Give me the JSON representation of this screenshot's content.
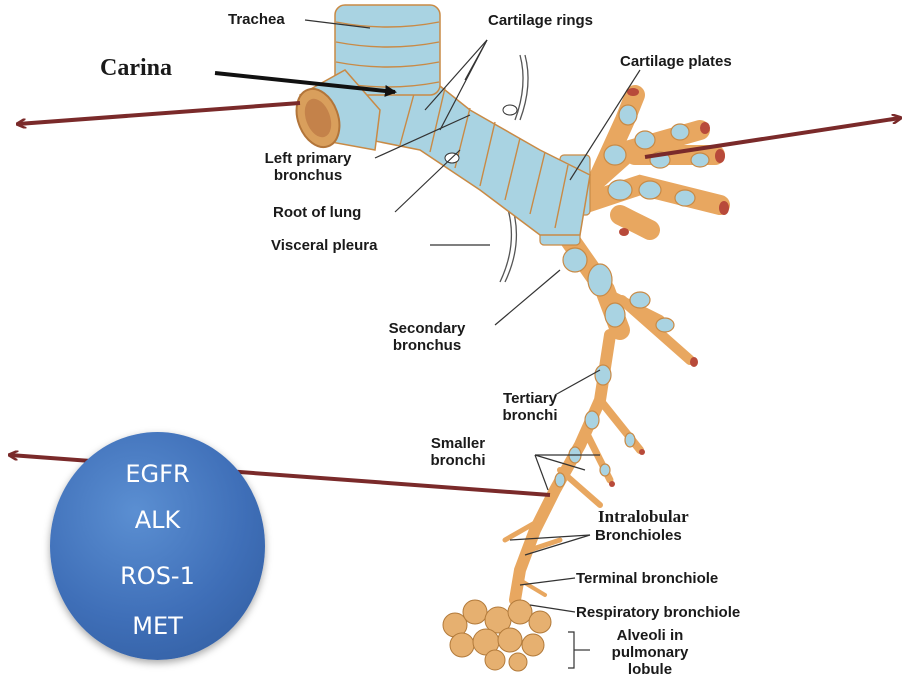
{
  "labels": {
    "trachea": "Trachea",
    "cartilage_rings": "Cartilage rings",
    "carina": "Carina",
    "cartilage_plates": "Cartilage plates",
    "left_primary_1": "Left primary",
    "left_primary_2": "bronchus",
    "root_of_lung": "Root of lung",
    "visceral_pleura": "Visceral pleura",
    "secondary_1": "Secondary",
    "secondary_2": "bronchus",
    "tertiary_1": "Tertiary",
    "tertiary_2": "bronchi",
    "smaller_1": "Smaller",
    "smaller_2": "bronchi",
    "intralobular": "Intralobular",
    "bronchioles": "Bronchioles",
    "terminal_bronchiole": "Terminal bronchiole",
    "respiratory_bronchiole": "Respiratory bronchiole",
    "alveoli_1": "Alveoli in",
    "alveoli_2": "pulmonary",
    "alveoli_3": "lobule"
  },
  "badge": {
    "items": [
      "EGFR",
      "ALK",
      "ROS-1",
      "MET"
    ]
  },
  "colors": {
    "cartilage": "#a9d3e2",
    "airway": "#e8a760",
    "arrow": "#7a2a2a",
    "badge": "#4a7cc4"
  }
}
